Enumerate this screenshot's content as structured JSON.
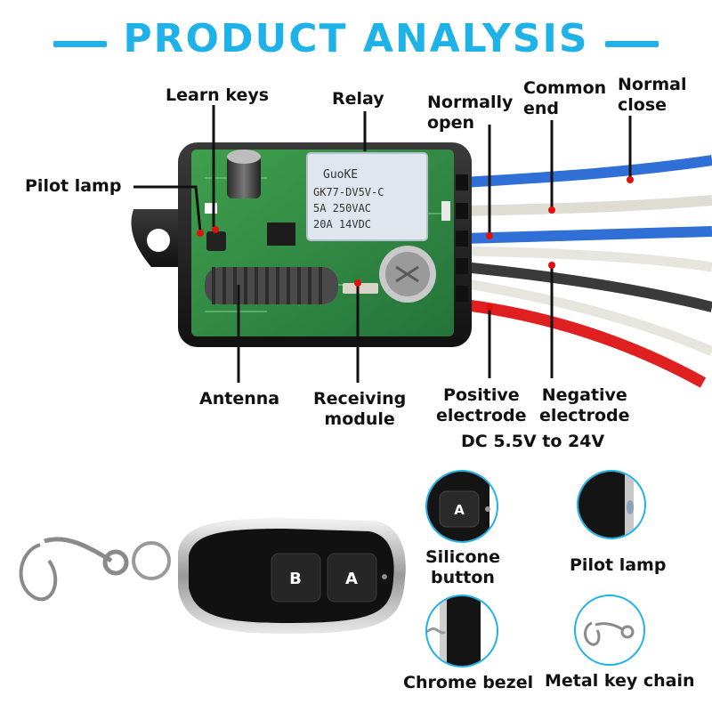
{
  "header": {
    "title": "PRODUCT ANALYSIS"
  },
  "board": {
    "relay_print_brand": "GuoKE",
    "relay_print_model": "GK77-DV5V-C",
    "relay_print_rating_ac": "5A 250VAC",
    "relay_print_rating_dc": "20A 14VDC"
  },
  "callouts": {
    "learn_keys": "Learn keys",
    "relay": "Relay",
    "normally_open_1": "Normally",
    "normally_open_2": "open",
    "common_end_1": "Common",
    "common_end_2": "end",
    "normal_close_1": "Normal",
    "normal_close_2": "close",
    "pilot_lamp": "Pilot lamp",
    "antenna": "Antenna",
    "receiving_module_1": "Receiving",
    "receiving_module_2": "module",
    "positive_electrode_1": "Positive",
    "positive_electrode_2": "electrode",
    "negative_electrode_1": "Negative",
    "negative_electrode_2": "electrode",
    "voltage": "DC 5.5V to 24V"
  },
  "remote": {
    "button_a": "A",
    "button_b": "B"
  },
  "features": {
    "silicone_1": "Silicone",
    "silicone_2": "button",
    "pilot_lamp": "Pilot lamp",
    "chrome_bezel": "Chrome bezel",
    "metal_key_chain": "Metal key chain",
    "button_a": "A"
  },
  "colors": {
    "accent": "#1fb2e8",
    "wire_blue": "#2f6fd6",
    "wire_white": "#e9e9e4",
    "wire_black": "#3a3a3a",
    "wire_red": "#e02020",
    "pcb_green": "#2f8a3e",
    "marker_red": "#e01010"
  }
}
